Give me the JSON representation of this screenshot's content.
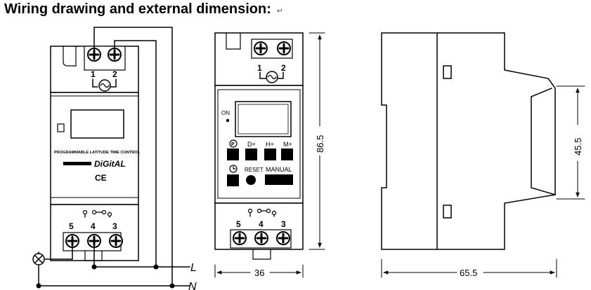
{
  "title": "Wiring drawing and external dimension:",
  "title_mark": "↵",
  "device_left": {
    "top_terminals": [
      "1",
      "2"
    ],
    "bottom_terminals": [
      "5",
      "4",
      "3"
    ],
    "label_line": "PROGRAMMABLE LATITUDE TIME CONTROL",
    "brand": "DiGitAL",
    "mark": "CE"
  },
  "wiring": {
    "line_label": "L",
    "neutral_label": "N",
    "lamp": "lamp-symbol"
  },
  "device_front": {
    "top_terminals": [
      "1",
      "2"
    ],
    "on_label": "ON",
    "key_labels_row1": [
      "P",
      "D+",
      "H+",
      "M+"
    ],
    "reset_label": "RESET",
    "manual_label": "MANUAL",
    "bottom_terminals": [
      "5",
      "4",
      "3"
    ],
    "height_dim": "86.5",
    "width_dim": "36"
  },
  "device_side": {
    "height_dim": "45.5",
    "depth_dim": "65.5"
  }
}
